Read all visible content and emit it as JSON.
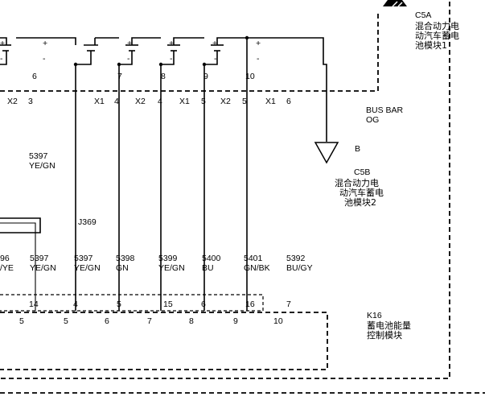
{
  "modules": {
    "c5a": {
      "ref": "C5A",
      "name_lines": [
        "混合动力电",
        "动汽车蓄电",
        "池模块1"
      ]
    },
    "c5b": {
      "ref": "C5B",
      "name_lines": [
        "混合动力电",
        "动汽车蓄电",
        "池模块2"
      ]
    },
    "k16": {
      "ref": "K16",
      "name_lines": [
        "蓄电池能量",
        "控制模块"
      ]
    }
  },
  "bus_bar": {
    "label": "BUS BAR",
    "color": "OG",
    "terminal": "B"
  },
  "cells": {
    "plus_marks": [
      "+",
      "+",
      "+",
      "+",
      "+",
      "+",
      "+"
    ],
    "minus_marks": [
      "-",
      "-",
      "-",
      "-",
      "-",
      "-",
      "-"
    ],
    "numbers": [
      "6",
      "7",
      "8",
      "9",
      "10"
    ]
  },
  "upper_connectors": [
    {
      "conn": "X2",
      "pin": "3"
    },
    {
      "conn": "X1",
      "pin": "4"
    },
    {
      "conn": "X2",
      "pin": "4"
    },
    {
      "conn": "X1",
      "pin": "5"
    },
    {
      "conn": "X2",
      "pin": "5"
    },
    {
      "conn": "X1",
      "pin": "6"
    }
  ],
  "left_wire": {
    "circuit": "5397",
    "color": "YE/GN"
  },
  "splice": {
    "label": "J369"
  },
  "wires": [
    {
      "circuit": "96",
      "color": "/YE"
    },
    {
      "circuit": "5397",
      "color": "YE/GN"
    },
    {
      "circuit": "5397",
      "color": "YE/GN"
    },
    {
      "circuit": "5398",
      "color": "GN"
    },
    {
      "circuit": "5399",
      "color": "YE/GN"
    },
    {
      "circuit": "5400",
      "color": "BU"
    },
    {
      "circuit": "5401",
      "color": "GN/BK"
    },
    {
      "circuit": "5392",
      "color": "BU/GY"
    }
  ],
  "lower_pins_top": [
    "14",
    "4",
    "5",
    "15",
    "6",
    "16",
    "7"
  ],
  "lower_pins_bottom": [
    "5",
    "5",
    "6",
    "7",
    "8",
    "9",
    "10"
  ]
}
